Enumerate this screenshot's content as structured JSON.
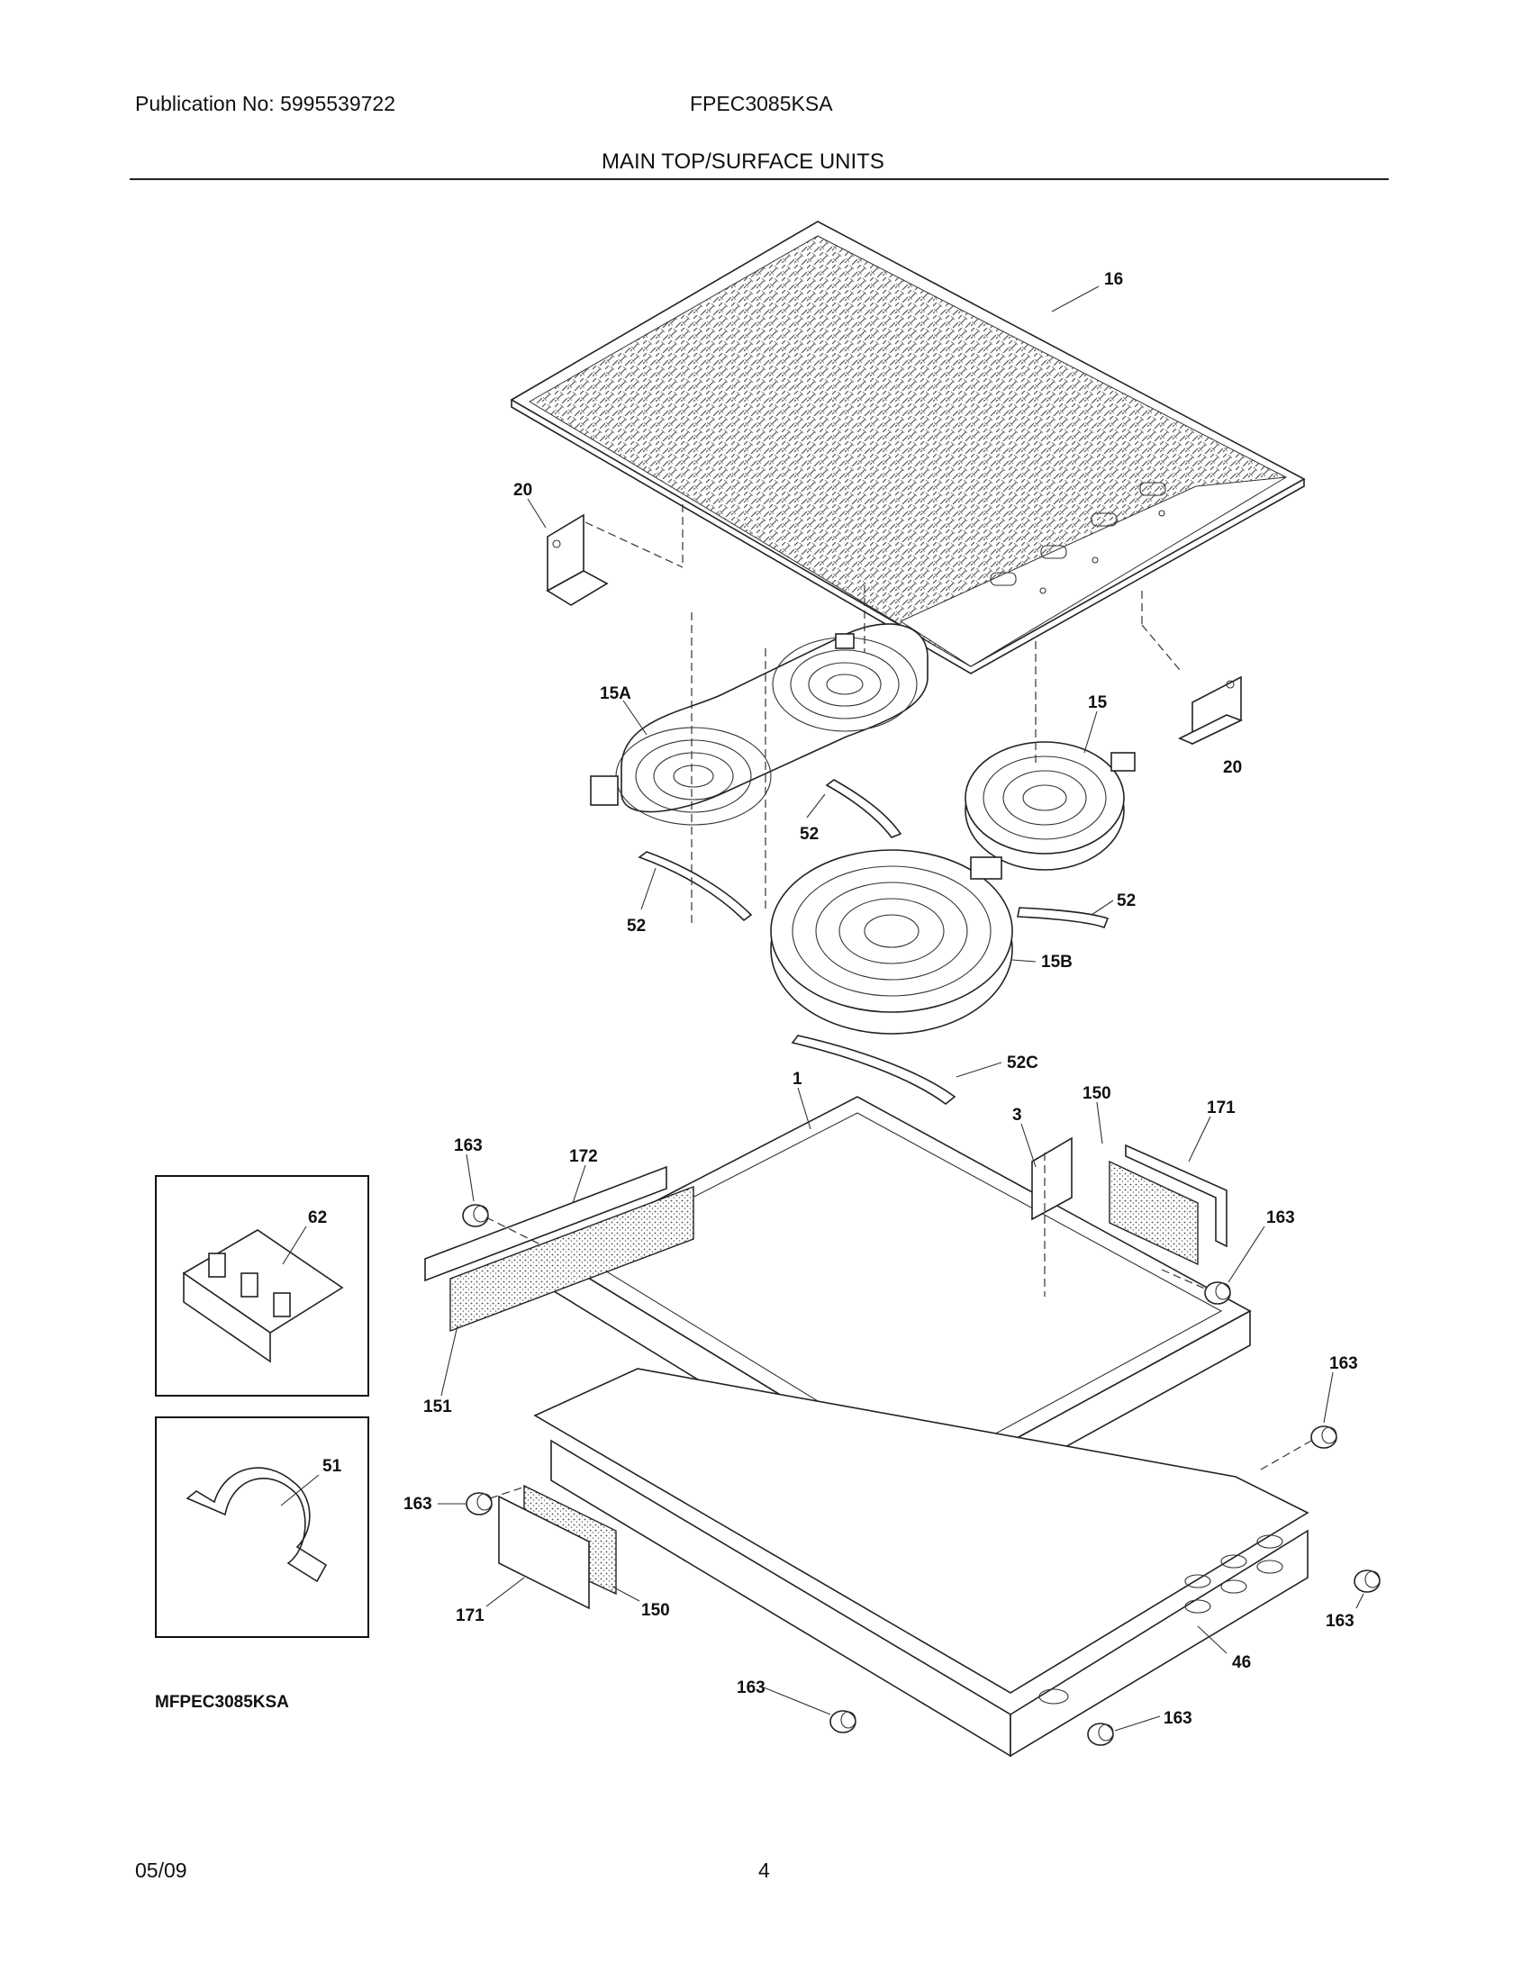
{
  "header": {
    "publication": "Publication No: 5995539722",
    "model": "FPEC3085KSA",
    "section_title": "MAIN TOP/SURFACE UNITS"
  },
  "callouts": {
    "p16": "16",
    "p20a": "20",
    "p20b": "20",
    "p15a": "15A",
    "p15": "15",
    "p52a": "52",
    "p52b": "52",
    "p52c": "52",
    "p15b": "15B",
    "p52cc": "52C",
    "p1": "1",
    "p3": "3",
    "p150a": "150",
    "p171a": "171",
    "p163a": "163",
    "p172": "172",
    "p62": "62",
    "p163b": "163",
    "p163c": "163",
    "p151": "151",
    "p51": "51",
    "p163d": "163",
    "p171b": "171",
    "p150b": "150",
    "p163e": "163",
    "p46": "46",
    "p163f": "163",
    "p163g": "163"
  },
  "diagram_code": "MFPEC3085KSA",
  "footer": {
    "date": "05/09",
    "page": "4"
  }
}
